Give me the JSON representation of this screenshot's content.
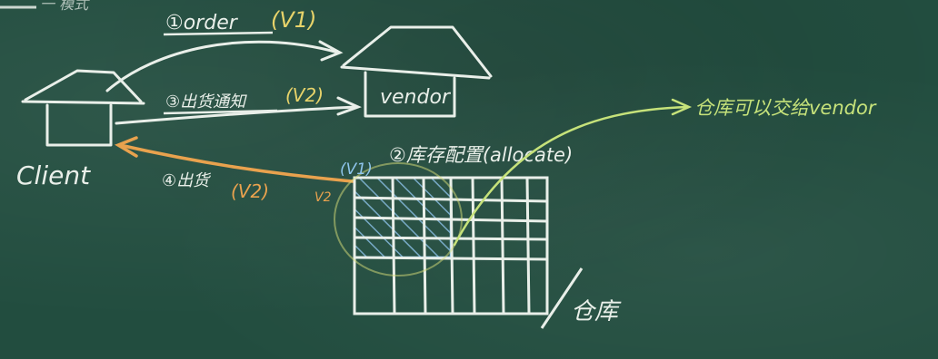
{
  "board": {
    "surface_color": "#224d3f",
    "chalk_colors": {
      "white": "#e9efe9",
      "yellow": "#e8d36a",
      "orange": "#e9a24e",
      "blue": "#8fc6ee",
      "green": "#c6e27a"
    }
  },
  "labels": {
    "header_mark": "一 模式",
    "client": "Client",
    "vendor": "vendor",
    "order": "①order",
    "order_version": "(V1)",
    "ship_notice": "③出货通知",
    "ship_notice_version": "(V2)",
    "allocate": "②库存配置(allocate)",
    "ship": "④出货",
    "ship_version": "(V2)",
    "grid_tag": "(V1)",
    "warehouse": "仓库",
    "vendor_note": "仓库可以交给vendor",
    "ship_marker": "V2"
  }
}
